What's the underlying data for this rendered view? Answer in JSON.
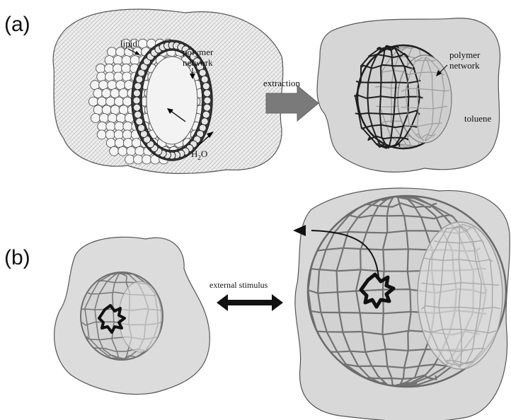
{
  "panels": {
    "a": {
      "letter": "(a)",
      "labels": {
        "lipid": "lipid",
        "polymer_network_line1": "polymer",
        "polymer_network_line2": "network",
        "water_h": "H",
        "water_sub": "2",
        "water_o": "O",
        "extraction": "extraction",
        "toluene": "toluene"
      }
    },
    "b": {
      "letter": "(b)",
      "labels": {
        "stimulus": "external stimulus"
      }
    }
  },
  "colors": {
    "blob_fill": "#d8d8d8",
    "blob_stroke": "#555555",
    "lipid_fill": "#e9e9e9",
    "network_dark": "#1e1e1e",
    "network_gray": "#6e6e6e",
    "network_light": "#a5a5a5",
    "arrow_gray": "#777777",
    "arrow_black": "#111111"
  }
}
